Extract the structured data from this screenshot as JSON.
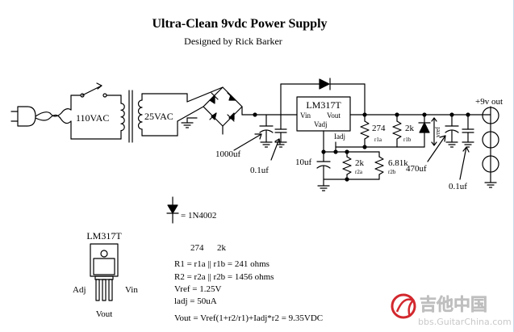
{
  "title": "Ultra-Clean 9vdc Power Supply",
  "subtitle": "Designed by Rick Barker",
  "labels": {
    "mains": "110VAC",
    "secondary": "25VAC",
    "regulator": "LM317T",
    "vin": "Vin",
    "vout": "Vout",
    "vadj": "Vadj",
    "iadj": "Iadj",
    "r1a": "274",
    "r1a_tag": "r1a",
    "r1b": "2k",
    "r1b_tag": "r1b",
    "r2a": "2k",
    "r2a_tag": "r2a",
    "r2b": "6.81k",
    "r2b_tag": "r2b",
    "vref": "vref",
    "c_1000": "1000uf",
    "c_01a": "0.1uf",
    "c_10": "10uf",
    "c_470": "470uf",
    "c_01b": "0.1uf",
    "output": "+9v out",
    "diode_legend": "= 1N4002"
  },
  "pinout": {
    "title": "LM317T",
    "adj": "Adj",
    "vin": "Vin",
    "vout": "Vout"
  },
  "notes": {
    "header_a": "274",
    "header_b": "2k",
    "r1": "R1 = r1a || r1b = 241 ohms",
    "r2": "R2 = r2a || r2b = 1456 ohms",
    "vref": "Vref = 1.25V",
    "iadj": "ladj = 50uA",
    "vout": "Vout = Vref(1+r2/r1)+Iadj*r2 = 9.35VDC"
  },
  "watermark": {
    "cn": "吉他中国",
    "url": "bbs.GuitarChina.com"
  },
  "colors": {
    "ink": "#000000",
    "watermark": "#c9c9c9",
    "watermark_logo": "#d2282e"
  }
}
